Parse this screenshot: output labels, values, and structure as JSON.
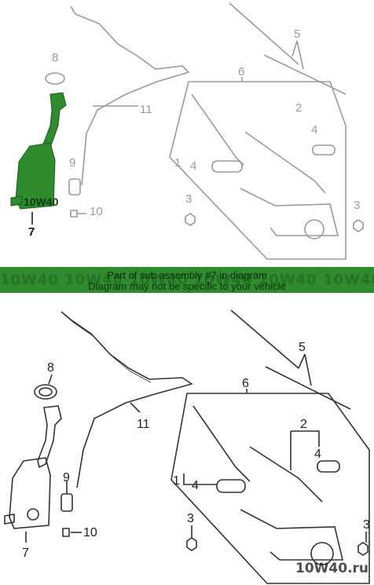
{
  "banner": {
    "line1": "Part of sub assembly #7 in diagram",
    "line2": "Diagram may not be specific to your vehicle",
    "color": "#2e8b2e"
  },
  "watermark": {
    "text": "10W40.ru",
    "strip": "10W40 10W40 10W40 10W40 10W40 10W40",
    "ghost": "10W40"
  },
  "callouts": {
    "c1": "1",
    "c2": "2",
    "c3": "3",
    "c4": "4",
    "c5": "5",
    "c6": "6",
    "c7": "7",
    "c8": "8",
    "c9": "9",
    "c10": "10",
    "c11": "11"
  },
  "highlight_color": "#2e8b2e",
  "line_color": "#333333",
  "muted_color": "#9a9a9a"
}
